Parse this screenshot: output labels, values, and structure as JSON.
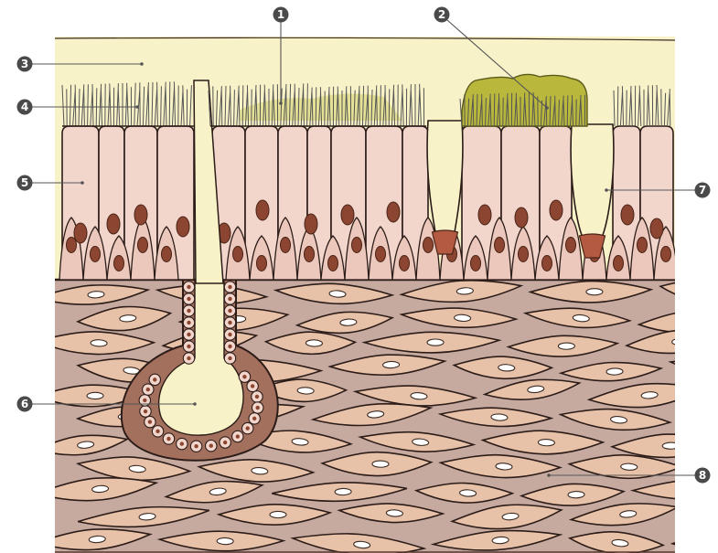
{
  "diagram": {
    "labels": [
      {
        "id": "1",
        "number": "1"
      },
      {
        "id": "2",
        "number": "2"
      },
      {
        "id": "3",
        "number": "3"
      },
      {
        "id": "4",
        "number": "4"
      },
      {
        "id": "5",
        "number": "5"
      },
      {
        "id": "6",
        "number": "6"
      },
      {
        "id": "7",
        "number": "7"
      },
      {
        "id": "8",
        "number": "8"
      }
    ],
    "colors": {
      "mucus": "#f8f2c8",
      "cell": "#f2d6cc",
      "cell_outline": "#2c1c18",
      "nucleus": "#8c4530",
      "cilia": "#555555",
      "secretion": "#b9b83c",
      "connective": "#c6aaa0",
      "fibroblast": "#e7c1a8",
      "gland_wall": "#a4705e",
      "leader": "#555555",
      "badge": "#4a4a4a"
    }
  }
}
